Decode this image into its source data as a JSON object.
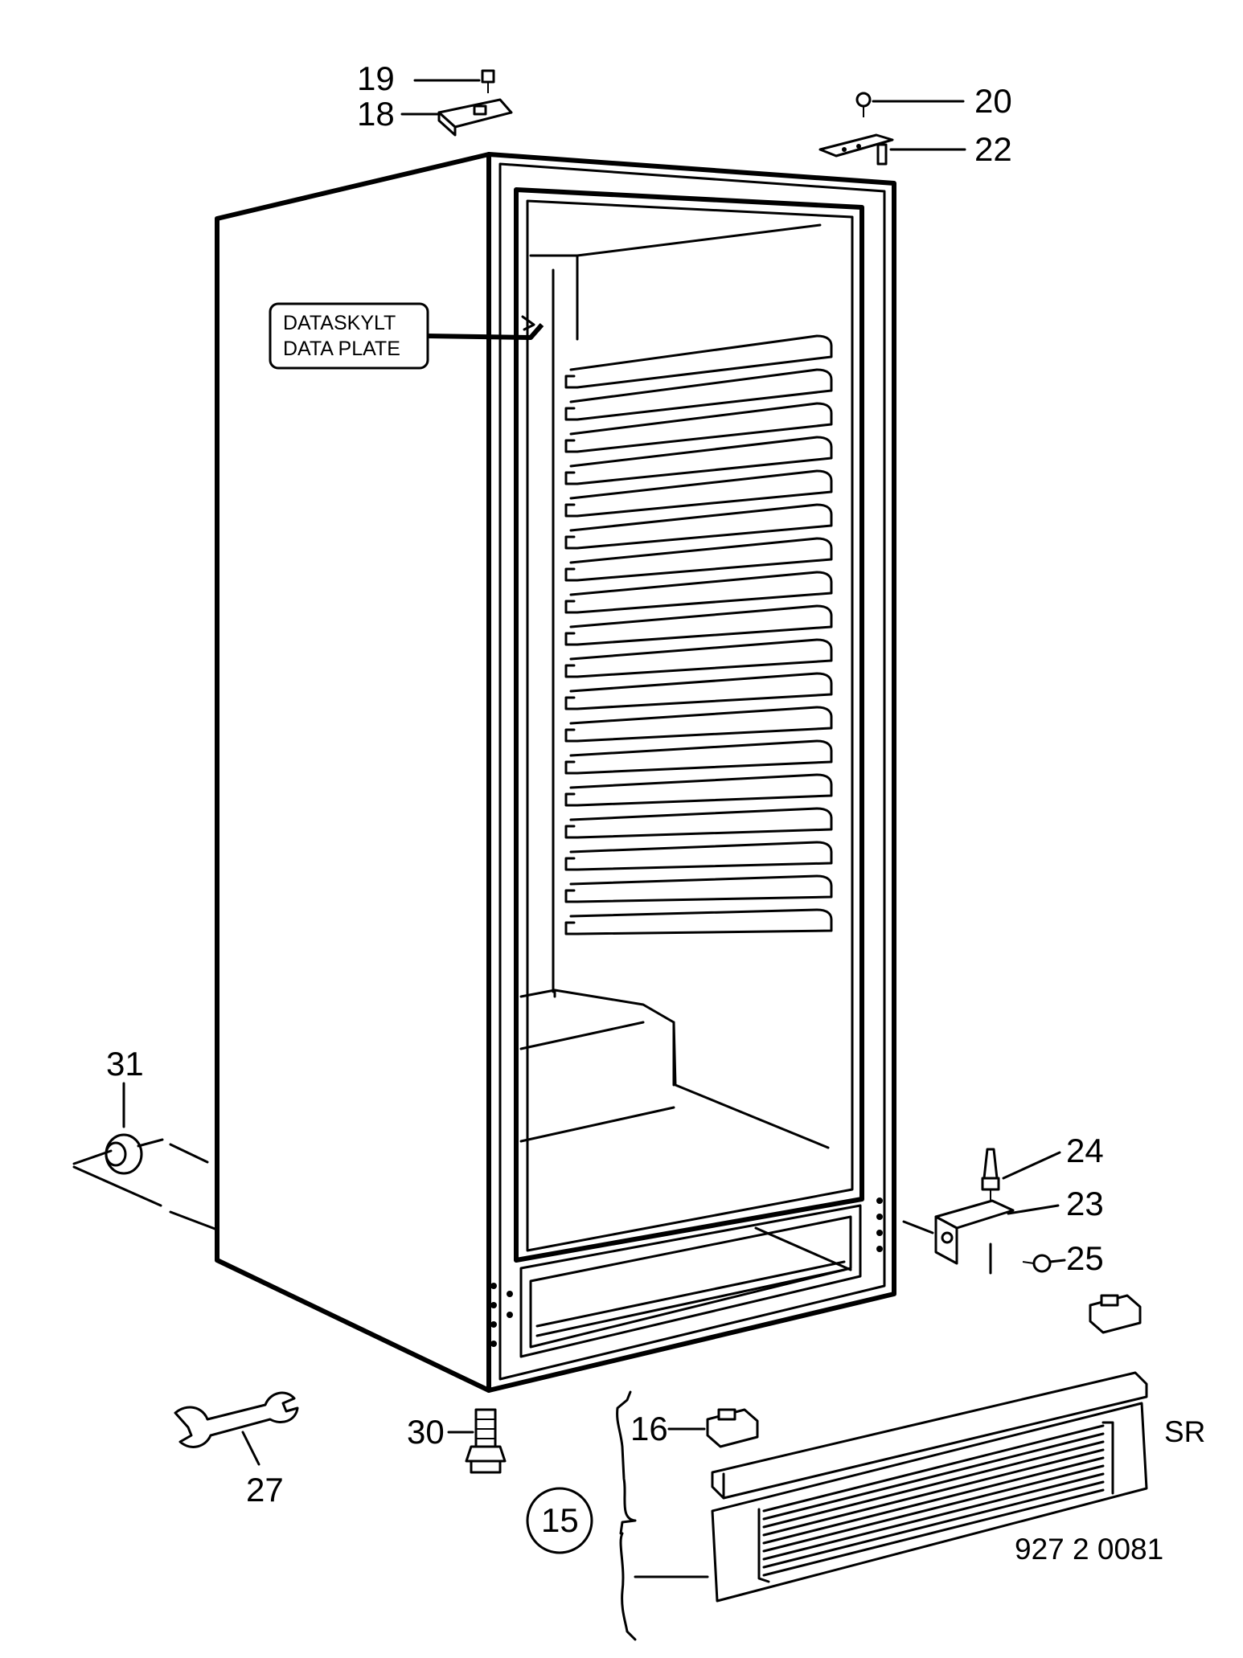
{
  "callouts": {
    "c19": "19",
    "c18": "18",
    "c20": "20",
    "c22": "22",
    "c31": "31",
    "c24": "24",
    "c23": "23",
    "c25": "25",
    "c30": "30",
    "c27": "27",
    "c16": "16",
    "c15": "15"
  },
  "data_plate": {
    "line1": "DATASKYLT",
    "line2": "DATA PLATE"
  },
  "variant_label": "SR",
  "drawing_number": "927 2 0081"
}
